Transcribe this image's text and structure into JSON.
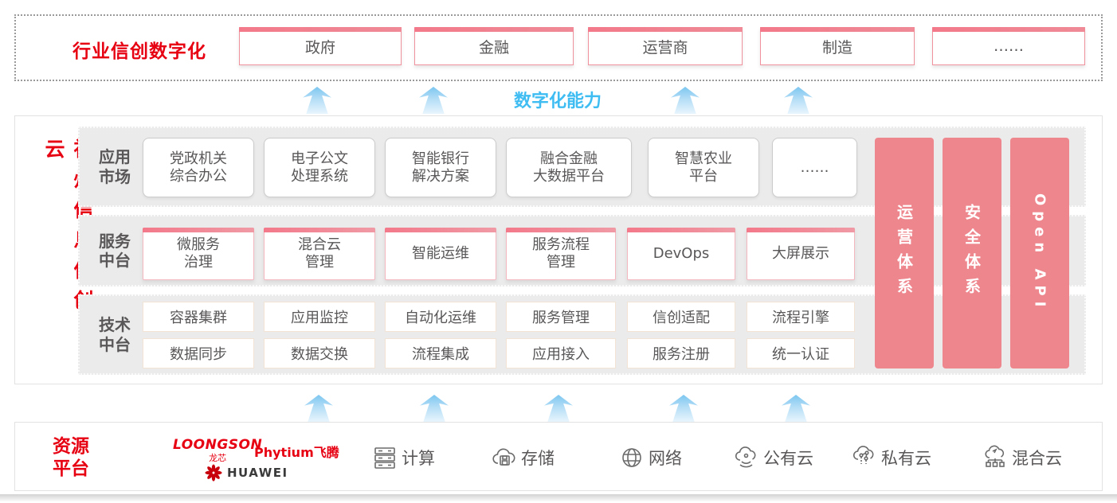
{
  "top": {
    "label": "行业信创数字化",
    "industries": [
      "政府",
      "金融",
      "运营商",
      "制造",
      "……"
    ]
  },
  "capability_label": "数字化能力",
  "main": {
    "vertical_title": "神州信息信创云",
    "rows": [
      {
        "label": "应用\n市场",
        "boxes": [
          "党政机关\n综合办公",
          "电子公文\n处理系统",
          "智能银行\n解决方案",
          "融合金融\n大数据平台",
          "智慧农业\n平台",
          "……"
        ]
      },
      {
        "label": "服务\n中台",
        "boxes": [
          "微服务\n治理",
          "混合云\n管理",
          "智能运维",
          "服务流程\n管理",
          "DevOps",
          "大屏展示"
        ]
      },
      {
        "label": "技术\n中台",
        "boxes_row1": [
          "容器集群",
          "应用监控",
          "自动化运维",
          "服务管理",
          "信创适配",
          "流程引擎"
        ],
        "boxes_row2": [
          "数据同步",
          "数据交换",
          "流程集成",
          "应用接入",
          "服务注册",
          "统一认证"
        ]
      }
    ],
    "pillars": [
      "运营体系",
      "安全体系",
      "Open API"
    ]
  },
  "resource": {
    "label": "资源\n平台",
    "vendors": {
      "loongson": "LOONGSON",
      "loongson_sub": "龙芯",
      "phytium": "Phytium飞腾",
      "huawei": "HUAWEI"
    },
    "items": [
      {
        "label": "计算",
        "icon": "compute-server-icon"
      },
      {
        "label": "存储",
        "icon": "storage-cloud-icon"
      },
      {
        "label": "网络",
        "icon": "network-globe-icon"
      },
      {
        "label": "公有云",
        "icon": "public-cloud-icon"
      },
      {
        "label": "私有云",
        "icon": "private-cloud-icon"
      },
      {
        "label": "混合云",
        "icon": "hybrid-cloud-icon"
      }
    ]
  },
  "colors": {
    "accent_red": "#e60012",
    "pillar_pink": "#ee868e",
    "capability_blue": "#3fbdf2",
    "row_gray": "#ebebeb",
    "text_gray": "#595757"
  }
}
